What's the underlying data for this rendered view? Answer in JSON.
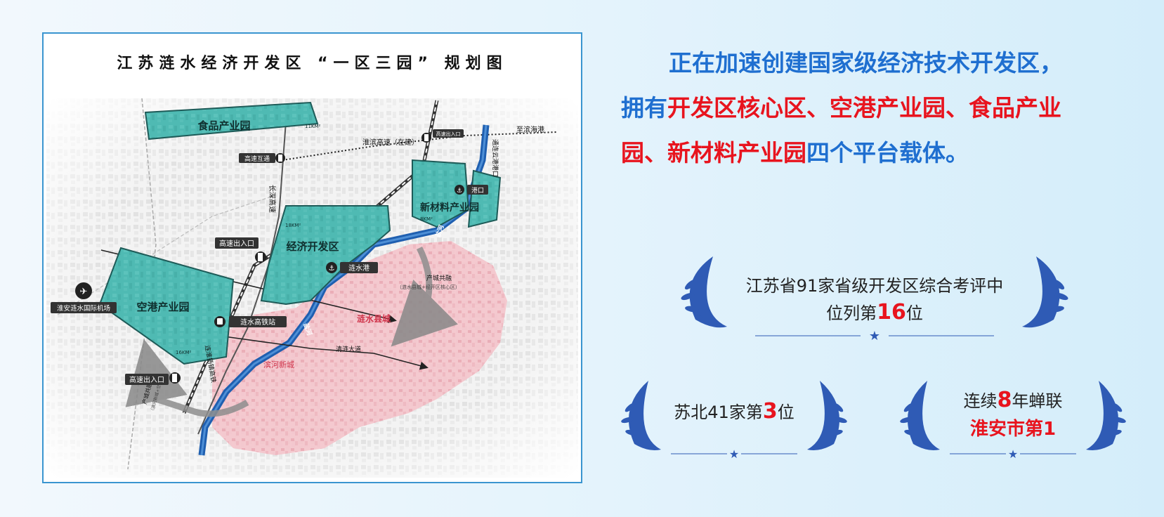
{
  "map": {
    "title": "江苏涟水经济开发区 “一区三园” 规划图",
    "zones": {
      "food": "食品产业园",
      "econ": "经济开发区",
      "airport_park": "空港产业园",
      "materials": "新材料产业园",
      "county": "涟水县城",
      "new_city": "滨河新城"
    },
    "areas": {
      "food": "11KM²",
      "econ": "18KM²",
      "airport_park": "16KM²",
      "materials": "8KM²"
    },
    "labels": {
      "highway_interchange": "高速互通",
      "highway_exit_1": "高速出入口",
      "highway_exit_2": "高速出入口",
      "highway_exit_3": "高速出入口",
      "changshen_expressway": "长深高速",
      "huaibin_expressway": "淮滨高速（在建）",
      "to_binhai_port": "至滨海港",
      "lianyun_canal": "通连云港港口",
      "port": "港口",
      "lianshui_port": "涟水港",
      "airport": "淮安涟水国际机场",
      "hsr_station": "涟水高铁站",
      "salt_river_1": "盐河",
      "salt_river_2": "盐河",
      "integration_1": "产城共融",
      "integration_1_sub": "（涟水县城+经开区核心区）",
      "integration_2": "产城共融",
      "integration_2_sub": "（滨河新城+空港）",
      "qinglian_road": "清涟大道",
      "railway": "连淮扬镇高铁"
    }
  },
  "headline": {
    "line1": "正在加速创建国家级经济技术开发区，",
    "line2_a": "拥有",
    "line2_b": "开发区核心区、空港产业园、食品产业",
    "line3_a": "园、新材料产业园",
    "line3_b": "四个平台载体。"
  },
  "awards": {
    "a1_line1": "江苏省91家省级开发区综合考评中",
    "a1_pre": "位列第",
    "a1_num": "16",
    "a1_post": "位",
    "a2_pre": "苏北41家第",
    "a2_num": "3",
    "a2_post": "位",
    "a3_pre": "连续",
    "a3_num": "8",
    "a3_post": "年蝉联",
    "a3_line2": "淮安市第1"
  },
  "colors": {
    "zone_fill": "#4fbab3",
    "urban_fill": "#f2b9c1",
    "river": "#1f5fb0",
    "headline_blue": "#1f6fd0",
    "headline_red": "#e8141e",
    "laurel": "#2f5bb5"
  }
}
